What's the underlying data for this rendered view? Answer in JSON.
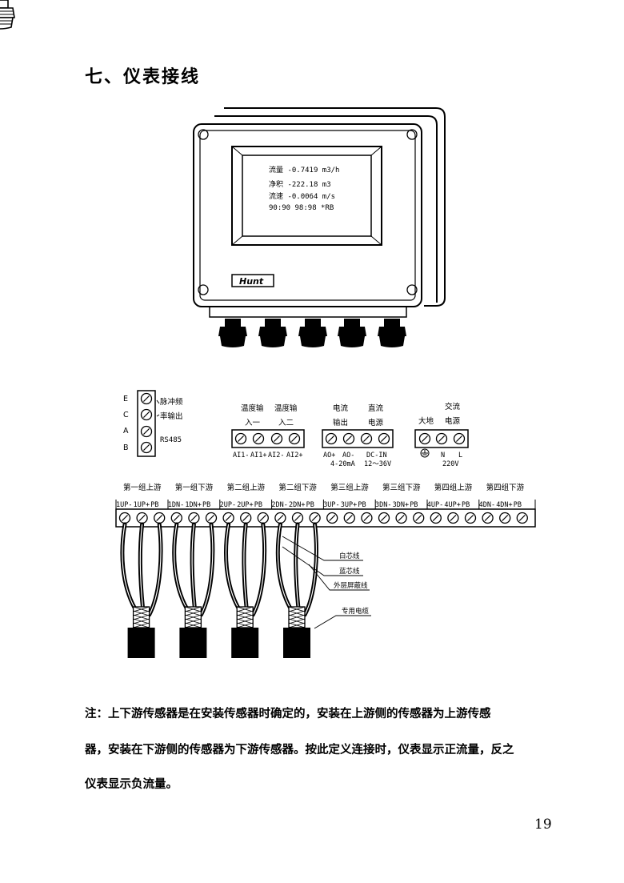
{
  "heading": "七、仪表接线",
  "device": {
    "screen": [
      {
        "label": "流量",
        "value": "-0.7419",
        "unit": "m3/h"
      },
      {
        "label": "净积",
        "value": "-222.18",
        "unit": "m3"
      },
      {
        "label": "流速",
        "value": "-0.0064",
        "unit": "m/s"
      },
      {
        "label": "90:90",
        "value": "98:98",
        "unit": "*RB"
      }
    ],
    "brand": "Hunt"
  },
  "left_block": {
    "letters": [
      "E",
      "C",
      "A",
      "B"
    ],
    "label_pulse_1": "脉冲频",
    "label_pulse_2": "率输出",
    "label_rs485": "RS485"
  },
  "groups": {
    "temp": {
      "title1_a": "温度输",
      "title1_b": "入一",
      "title2_a": "温度输",
      "title2_b": "入二",
      "pins": [
        "AI1-",
        "AI1+",
        "AI2-",
        "AI2+"
      ]
    },
    "current": {
      "title1_a": "电流",
      "title1_b": "输出",
      "title2_a": "直流",
      "title2_b": "电源",
      "pins": [
        "AO+",
        "AO-",
        "DC-IN"
      ],
      "sub1": "4-20mA",
      "sub2": "12～36V"
    },
    "ac": {
      "ground": "大地",
      "title_a": "交流",
      "title_b": "电源",
      "pins": [
        "N",
        "L"
      ],
      "sub": "220V"
    }
  },
  "sensor_strip": {
    "group_titles": [
      "第一组上游",
      "第一组下游",
      "第二组上游",
      "第二组下游",
      "第三组上游",
      "第三组下游",
      "第四组上游",
      "第四组下游"
    ],
    "pins": [
      "1UP-",
      "1UP+",
      "PB",
      "1DN-",
      "1DN+",
      "PB",
      "2UP-",
      "2UP+",
      "PB",
      "2DN-",
      "2DN+",
      "PB",
      "3UP-",
      "3UP+",
      "PB",
      "3DN-",
      "3DN+",
      "PB",
      "4UP-",
      "4UP+",
      "PB",
      "4DN-",
      "4DN+",
      "PB"
    ]
  },
  "cable_labels": [
    "白芯线",
    "蓝芯线",
    "外层屏蔽线",
    "专用电缆"
  ],
  "note_lines": [
    "注：上下游传感器是在安装传感器时确定的，安装在上游侧的传感器为上游传感",
    "器，安装在下游侧的传感器为下游传感器。按此定义连接时，仪表显示正流量，反之",
    "仪表显示负流量。"
  ],
  "page_number": "19"
}
